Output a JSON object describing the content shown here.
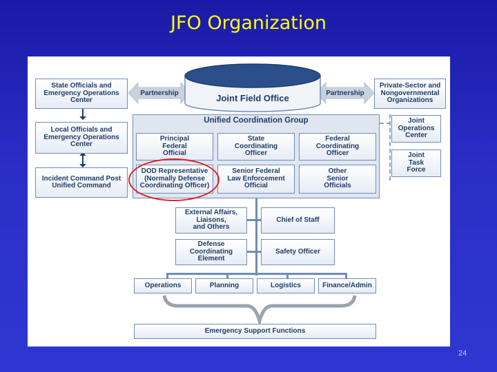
{
  "slide": {
    "title": "JFO Organization",
    "page_number": "24"
  },
  "diagram": {
    "center": "Joint Field Office",
    "partnership_left": "Partnership",
    "partnership_right": "Partnership",
    "left_column": [
      "State Officials and\nEmergency Operations\nCenter",
      "Local Officials and\nEmergency Operations\nCenter",
      "Incident Command Post\nUnified Command"
    ],
    "right_top": "Private-Sector and\nNongovernmental\nOrganizations",
    "right_column": [
      "Joint\nOperations\nCenter",
      "Joint\nTask\nForce"
    ],
    "ucg": {
      "title": "Unified Coordination Group",
      "members": [
        "Principal\nFederal\nOfficial",
        "State\nCoordinating\nOfficer",
        "Federal\nCoordinating\nOfficer",
        "DOD Representative\n(Normally Defense\nCoordinating Officer)",
        "Senior Federal\nLaw Enforcement\nOfficial",
        "Other\nSenior\nOfficials"
      ]
    },
    "staff": {
      "external_affairs": "External Affairs,\nLiaisons,\nand Others",
      "chief_of_staff": "Chief of Staff",
      "defense_element": "Defense\nCoordinating\nElement",
      "safety_officer": "Safety Officer"
    },
    "sections": [
      "Operations",
      "Planning",
      "Logistics",
      "Finance/Admin"
    ],
    "esf": "Emergency Support Functions"
  },
  "colors": {
    "background": "#2a2ec6",
    "title": "#ffff00",
    "box_text": "#1f3c68",
    "highlight": "#e02020"
  }
}
